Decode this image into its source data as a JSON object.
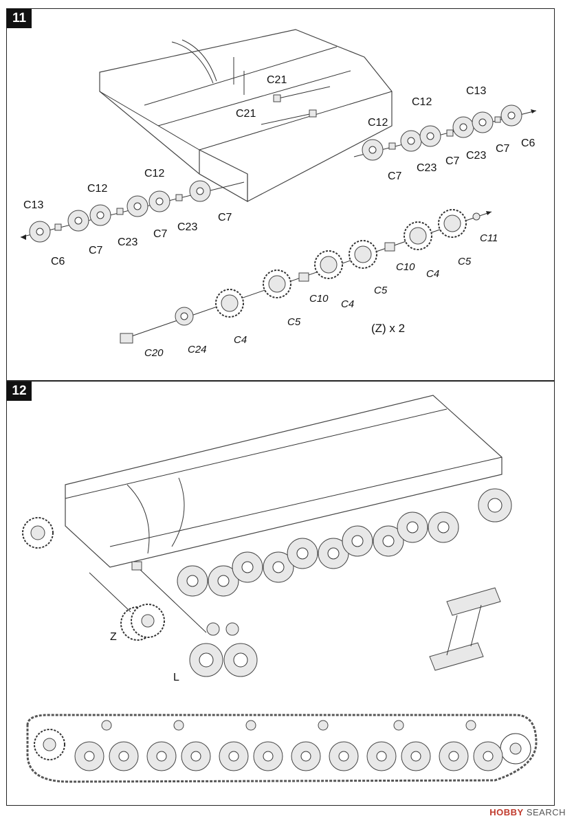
{
  "steps": [
    {
      "number": "11"
    },
    {
      "number": "12"
    }
  ],
  "step11": {
    "parts": {
      "c21a": "C21",
      "c21b": "C21",
      "c12_r1": "C12",
      "c13_r": "C13",
      "c12_r2": "C12",
      "c6_r": "C6",
      "c7_r1": "C7",
      "c23_r1": "C23",
      "c7_r2": "C7",
      "c23_r2": "C23",
      "c7_r3": "C7",
      "c12_l1": "C12",
      "c12_l2": "C12",
      "c13_l": "C13",
      "c6_l": "C6",
      "c7_l1": "C7",
      "c23_l1": "C23",
      "c7_l2": "C7",
      "c23_l2": "C23",
      "c7_l3": "C7",
      "c11": "C11",
      "c5_a": "C5",
      "c4_a": "C4",
      "c10_a": "C10",
      "c5_b": "C5",
      "c4_b": "C4",
      "c10_b": "C10",
      "c5_c": "C5",
      "c4_c": "C4",
      "c24": "C24",
      "c20": "C20"
    },
    "quantity_note": "(Z) x 2"
  },
  "step12": {
    "labels": {
      "sprocket": "Z",
      "bogie": "L"
    }
  },
  "watermark": {
    "brand": "HOBBY",
    "rest": " SEARCH"
  }
}
